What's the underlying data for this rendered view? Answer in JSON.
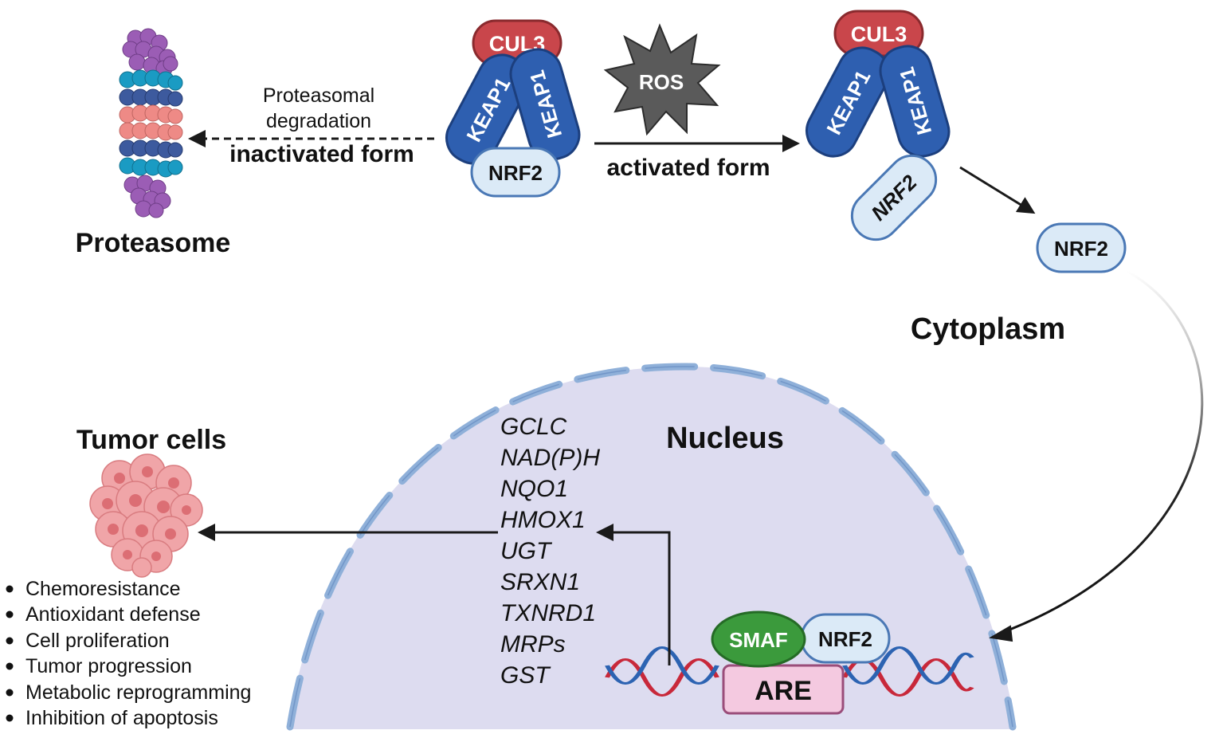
{
  "colors": {
    "cul3_fill": "#c9464b",
    "keap1_fill": "#2e5fb0",
    "nrf2_fill": "#dbeaf7",
    "nucleus_fill": "#dddcf0",
    "membrane": "#8fb0d9",
    "smaf_fill": "#3b9a3c",
    "are_fill": "#f4c9e0",
    "ros_fill": "#5a5a5a",
    "dna_red": "#c8283a",
    "dna_blue": "#2c63b2",
    "proteasome_teal": "#1a9bc3",
    "proteasome_navy": "#3d5a9e",
    "proteasome_salmon": "#ee8a86",
    "proteasome_purple": "#9b5db5",
    "tumor_pink": "#f0a5a8"
  },
  "labels": {
    "proteasome": "Proteasome",
    "proteasomal_1": "Proteasomal",
    "proteasomal_2": "degradation",
    "inactivated": "inactivated form",
    "activated": "activated form",
    "cytoplasm": "Cytoplasm",
    "nucleus": "Nucleus",
    "tumor_cells": "Tumor cells",
    "ros": "ROS",
    "cul3": "CUL3",
    "keap1": "KEAP1",
    "nrf2": "NRF2",
    "smaf": "SMAF",
    "are": "ARE"
  },
  "genes": [
    "GCLC",
    "NAD(P)H",
    "NQO1",
    "HMOX1",
    "UGT",
    "SRXN1",
    "TXNRD1",
    "MRPs",
    "GST"
  ],
  "effects": [
    "Chemoresistance",
    "Antioxidant defense",
    "Cell proliferation",
    "Tumor progression",
    "Metabolic reprogramming",
    "Inhibition of apoptosis"
  ]
}
